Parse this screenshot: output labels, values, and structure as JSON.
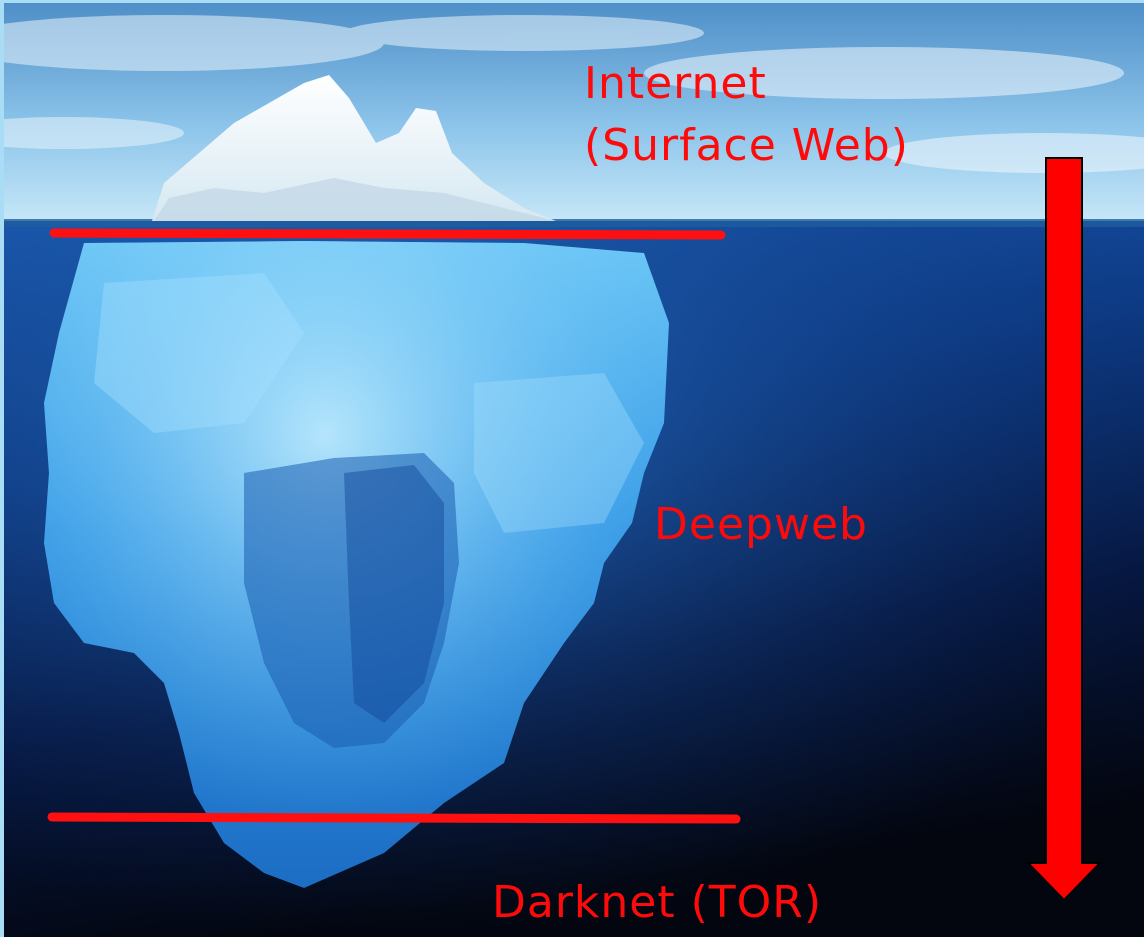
{
  "labels": {
    "internet": "Internet",
    "surface": "(Surface Web)",
    "deepweb": "Deepweb",
    "darknet": "Darknet (TOR)"
  },
  "colors": {
    "label": "#ff0a0a",
    "line": "#ff1010",
    "arrow": "#ff0000",
    "sky_top": "#4d8fc9",
    "sky_bottom": "#bfe2f6",
    "water_top": "#1450a8",
    "water_bottom": "#04081a",
    "ice_top": "#ffffff",
    "ice_under": "#3aa8f0"
  },
  "icons": {
    "iceberg": "iceberg-illustration",
    "arrow": "down-arrow-icon"
  }
}
